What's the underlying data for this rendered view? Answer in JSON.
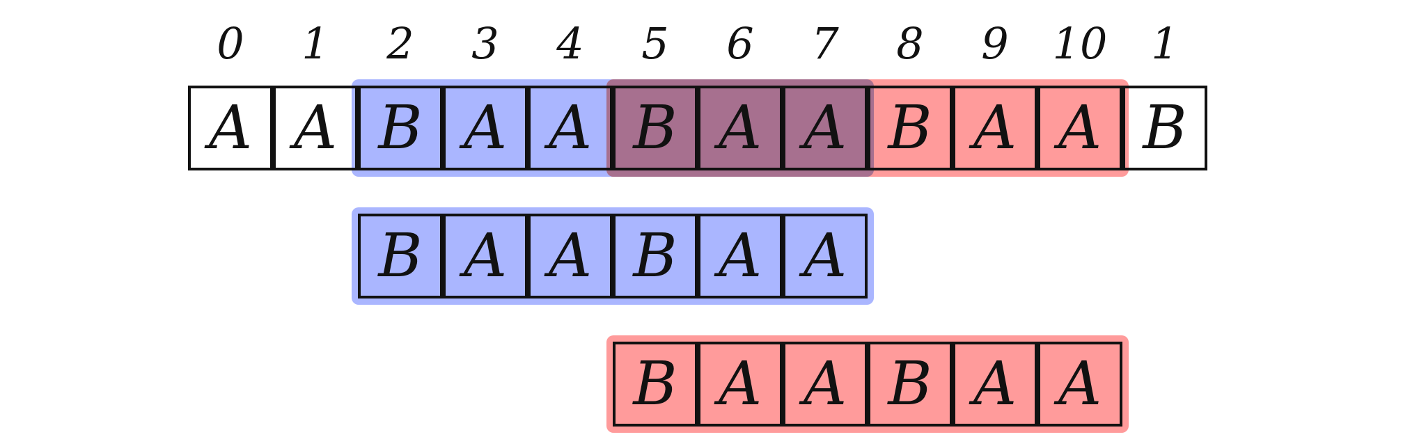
{
  "indices": [
    "0",
    "1",
    "2",
    "3",
    "4",
    "5",
    "6",
    "7",
    "8",
    "9",
    "10",
    "1"
  ],
  "main_string": [
    "A",
    "A",
    "B",
    "A",
    "A",
    "B",
    "A",
    "A",
    "B",
    "A",
    "A",
    "B"
  ],
  "pattern_blue": [
    "B",
    "A",
    "A",
    "B",
    "A",
    "A"
  ],
  "pattern_red": [
    "B",
    "A",
    "A",
    "B",
    "A",
    "A"
  ],
  "highlights": {
    "blue_span": {
      "start": 2,
      "end": 7
    },
    "red_span": {
      "start": 5,
      "end": 10
    },
    "overlap_span": {
      "start": 5,
      "end": 7
    }
  },
  "pattern_offsets": {
    "blue": 2,
    "red": 5
  },
  "colors": {
    "blue": "#aab6ff",
    "red": "#ff9b9b",
    "overlap": "#a7708f",
    "stroke": "#111111",
    "background": "#ffffff"
  }
}
